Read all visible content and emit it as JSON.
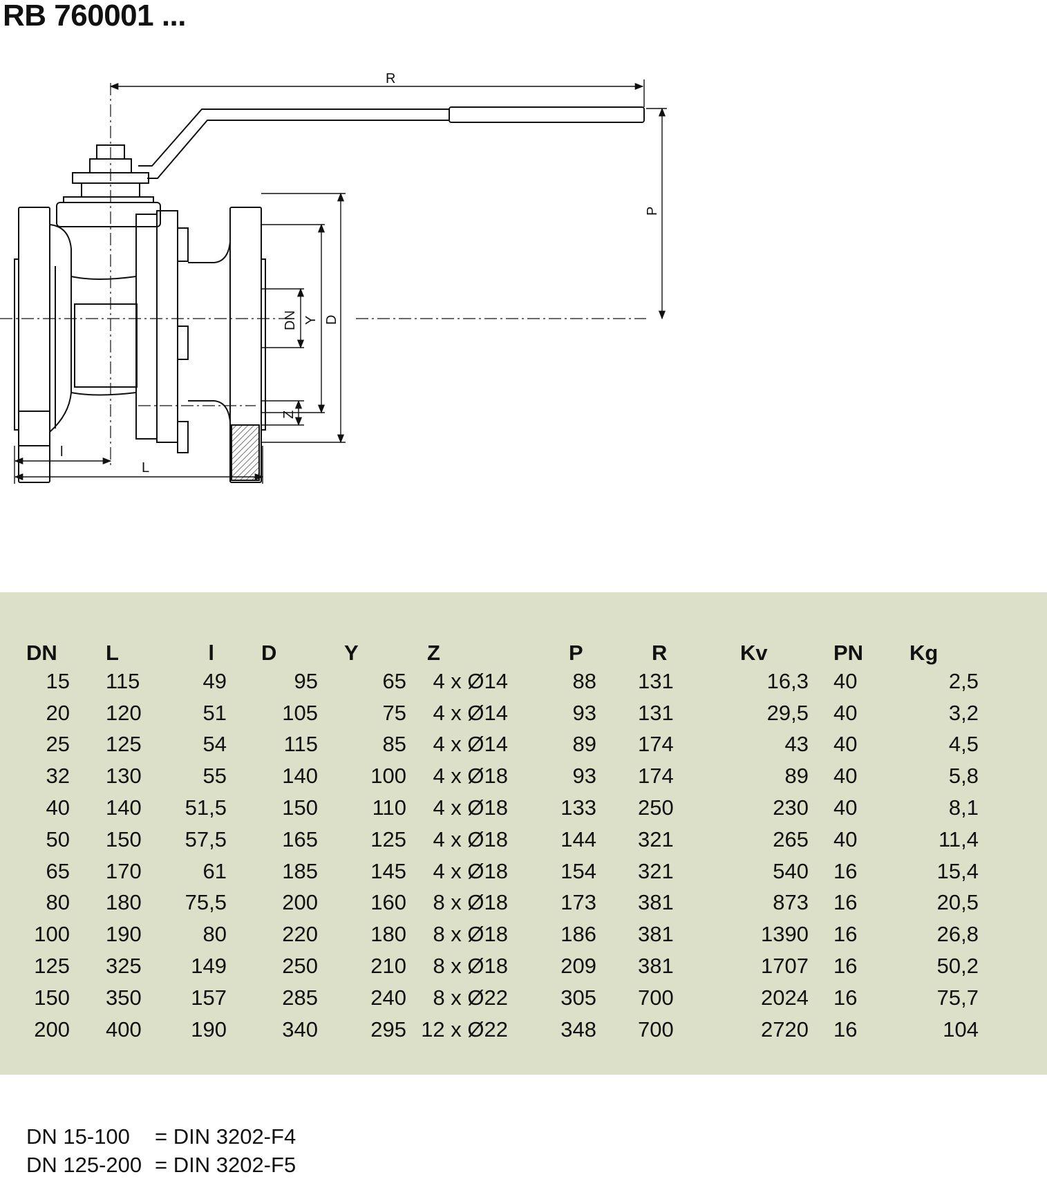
{
  "title": "RB 760001 ...",
  "drawing_labels": {
    "R": "R",
    "P": "P",
    "DN": "DN",
    "Y": "Y",
    "D": "D",
    "Z": "Z",
    "l": "l",
    "L": "L"
  },
  "table": {
    "headers": [
      "DN",
      "L",
      "l",
      "D",
      "Y",
      "Z",
      "P",
      "R",
      "Kv",
      "PN",
      "Kg"
    ],
    "rows": [
      [
        "15",
        "115",
        "49",
        "95",
        "65",
        "4 x Ø14",
        "88",
        "131",
        "16,3",
        "40",
        "2,5"
      ],
      [
        "20",
        "120",
        "51",
        "105",
        "75",
        "4 x Ø14",
        "93",
        "131",
        "29,5",
        "40",
        "3,2"
      ],
      [
        "25",
        "125",
        "54",
        "115",
        "85",
        "4 x Ø14",
        "89",
        "174",
        "43",
        "40",
        "4,5"
      ],
      [
        "32",
        "130",
        "55",
        "140",
        "100",
        "4 x Ø18",
        "93",
        "174",
        "89",
        "40",
        "5,8"
      ],
      [
        "40",
        "140",
        "51,5",
        "150",
        "110",
        "4 x Ø18",
        "133",
        "250",
        "230",
        "40",
        "8,1"
      ],
      [
        "50",
        "150",
        "57,5",
        "165",
        "125",
        "4 x Ø18",
        "144",
        "321",
        "265",
        "40",
        "11,4"
      ],
      [
        "65",
        "170",
        "61",
        "185",
        "145",
        "4 x Ø18",
        "154",
        "321",
        "540",
        "16",
        "15,4"
      ],
      [
        "80",
        "180",
        "75,5",
        "200",
        "160",
        "8 x Ø18",
        "173",
        "381",
        "873",
        "16",
        "20,5"
      ],
      [
        "100",
        "190",
        "80",
        "220",
        "180",
        "8 x Ø18",
        "186",
        "381",
        "1390",
        "16",
        "26,8"
      ],
      [
        "125",
        "325",
        "149",
        "250",
        "210",
        "8 x Ø18",
        "209",
        "381",
        "1707",
        "16",
        "50,2"
      ],
      [
        "150",
        "350",
        "157",
        "285",
        "240",
        "8 x Ø22",
        "305",
        "700",
        "2024",
        "16",
        "75,7"
      ],
      [
        "200",
        "400",
        "190",
        "340",
        "295",
        "12 x Ø22",
        "348",
        "700",
        "2720",
        "16",
        "104"
      ]
    ]
  },
  "footer": [
    {
      "range": "DN 15-100",
      "value": "= DIN 3202-F4"
    },
    {
      "range": "DN 125-200",
      "value": "= DIN 3202-F5"
    }
  ],
  "colors": {
    "panel_background": "#dde0c8"
  }
}
